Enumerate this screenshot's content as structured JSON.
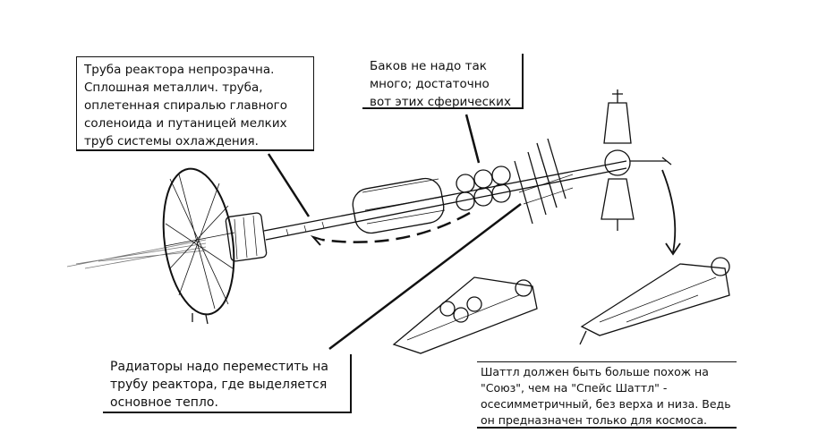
{
  "notes": {
    "reactor_tube": "Труба реактора непрозрачна.\nСплошная металлич. труба,\nоплетенная спиралью главного\nсоленоида и путаницей мелких\nтруб системы охлаждения.",
    "tanks": "Баков не надо так\nмного; достаточно\nвот этих сферических",
    "radiators": "Радиаторы надо переместить на\nтрубу реактора, где выделяется\nосновное тепло.",
    "shuttle": "Шаттл должен быть больше похож на\n\"Союз\", чем на \"Спейс Шаттл\" -\nосесимметричный, без верха и низа. Ведь\nон предназначен только для космоса."
  }
}
